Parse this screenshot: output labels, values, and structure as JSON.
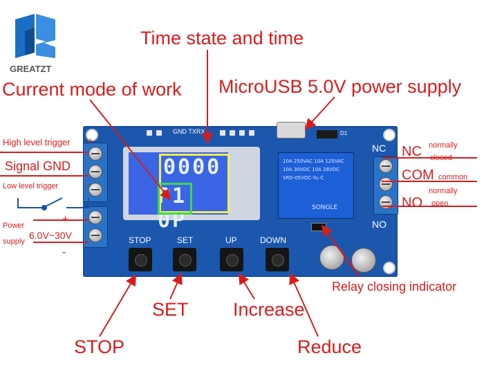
{
  "brand": {
    "name": "GREATZT",
    "color": "#1a6fc4"
  },
  "callouts": {
    "time_state": "Time state and time",
    "mode": "Current mode of work",
    "usb": "MicroUSB 5.0V power supply",
    "relay_indicator": "Relay closing indicator",
    "set": "SET",
    "increase": "Increase",
    "stop": "STOP",
    "reduce": "Reduce"
  },
  "left_labels": {
    "high_trigger": "High level trigger",
    "signal_gnd": "Signal GND",
    "low_trigger": "Low level trigger",
    "power_line1": "Power",
    "power_line2": "supply",
    "voltage": "6.0V~30V",
    "plus_high": "+",
    "minus_low": "-",
    "plus": "+",
    "minus": "-"
  },
  "right_labels": {
    "nc": "NC",
    "nc_desc_1": "normally",
    "nc_desc_2": "closed",
    "com": "COM",
    "com_desc": "common",
    "no": "NO",
    "no_desc_1": "normally",
    "no_desc_2": "open"
  },
  "board": {
    "header_label": "GND TXRX",
    "top_row": "0000",
    "bottom_row": "P1 0P",
    "buttons": [
      "STOP",
      "SET",
      "UP",
      "DOWN"
    ],
    "nc_silk": "NC",
    "no_silk": "NO",
    "diode_label": "D1",
    "relay_lines": [
      "10A 250VAC 10A 125VAC",
      "10A 30VDC 10A 28VDC",
      "SRD-05VDC-SL-C"
    ],
    "relay_brand": "SONGLE"
  },
  "colors": {
    "annotation": "#d81c1c",
    "board": "#1b57ad",
    "lcd": "#3a66e6",
    "highlight_yellow": "#f2ee4a",
    "highlight_green": "#3fd84a"
  }
}
